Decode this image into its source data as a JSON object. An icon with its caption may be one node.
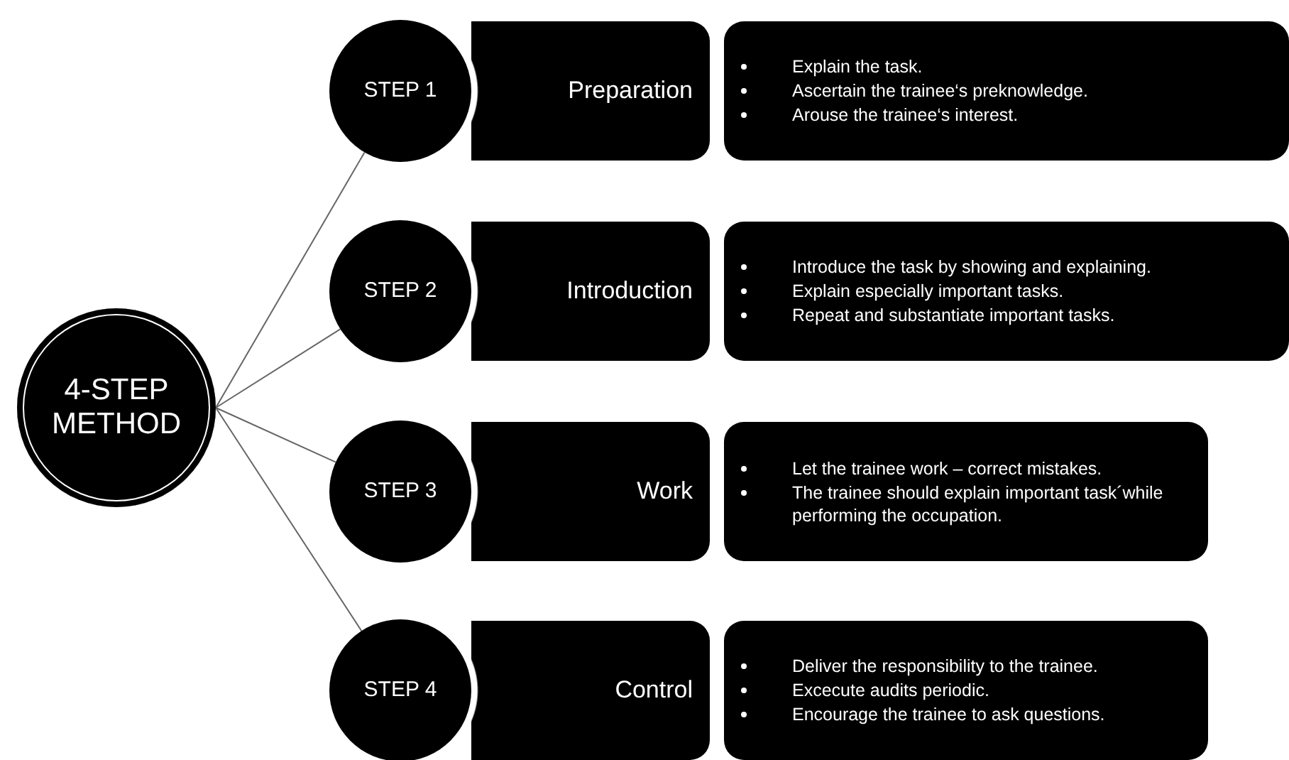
{
  "diagram": {
    "nodes": [
      {
        "text": [
          "4-STEP METHOD"
        ]
      },
      {
        "text": [
          "STEP 1"
        ]
      },
      {
        "text": [
          "Preparation"
        ]
      },
      {
        "text": [
          "Explain the task.",
          "Ascertain the trainee‘s preknowledge.",
          "Arouse the trainee‘s interest."
        ]
      },
      {
        "text": [
          "STEP 2"
        ]
      },
      {
        "text": [
          "Introduction"
        ]
      },
      {
        "text": [
          "Introduce the task by showing and explaining.",
          "Explain especially important tasks.",
          "Repeat and substantiate important tasks."
        ]
      },
      {
        "text": [
          "STEP 3"
        ]
      },
      {
        "text": [
          "Work"
        ]
      },
      {
        "text": [
          "Let the trainee work – correct mistakes.",
          "The trainee should explain important task´while performing the occupation."
        ]
      },
      {
        "text": [
          "STEP 4"
        ]
      },
      {
        "text": [
          "Control"
        ]
      },
      {
        "text": [
          "Deliver the responsibility to the trainee.",
          "Excecute audits periodic.",
          "Encourage the trainee to ask questions."
        ]
      }
    ],
    "edges": [
      {
        "from": 0,
        "to": 1,
        "arrow": "none"
      },
      {
        "from": 0,
        "to": 4,
        "arrow": "none"
      },
      {
        "from": 0,
        "to": 7,
        "arrow": "none"
      },
      {
        "from": 0,
        "to": 10,
        "arrow": "none"
      }
    ]
  }
}
